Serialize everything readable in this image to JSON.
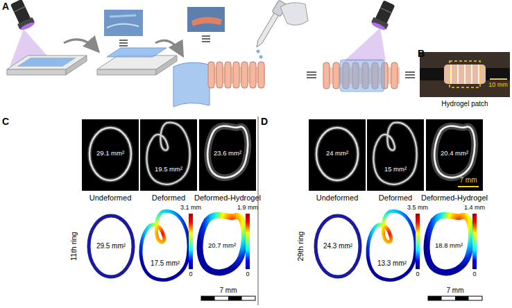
{
  "diagram": {
    "labels": [
      "A",
      "B",
      "10 mm",
      "Hydrogel patch",
      "C",
      "29.1 mm²",
      "19.5 mm²",
      "23.6 mm²",
      "Undeformed",
      "Deformed",
      "Deformed-Hydrogel",
      "11th ring",
      "29.5 mm²",
      "3.1 mm",
      "0",
      "17.5 mm²",
      "1.9 mm",
      "0",
      "20.7 mm²",
      "7 mm",
      "D",
      "24 mm²",
      "15 mm²",
      "20.4 mm²",
      "7 mm",
      "Undeformed",
      "Deformed",
      "Deformed-Hydrogel",
      "29th ring",
      "24.3 mm²",
      "3.5 mm",
      "0",
      "13.3 mm²",
      "1.4 mm",
      "0",
      "18.8 mm²",
      "7 mm"
    ]
  }
}
